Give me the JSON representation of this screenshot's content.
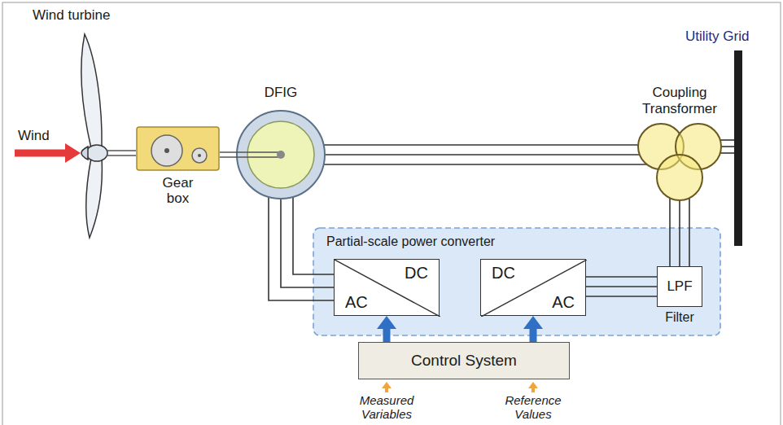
{
  "diagram": {
    "nodes": [
      {
        "text": [
          "Gear box"
        ]
      },
      {
        "text": [
          "DFIG"
        ]
      },
      {
        "text": [
          "Coupling Transformer"
        ]
      },
      {
        "text": [
          "Partial-scale power converter"
        ]
      },
      {
        "text": [
          "DC",
          "AC"
        ],
        "in": 3
      },
      {
        "text": [
          "DC",
          "AC"
        ],
        "in": 3
      },
      {
        "text": [
          "LPF",
          "Filter"
        ],
        "in": 3
      },
      {
        "text": [
          "Control System"
        ]
      }
    ],
    "edges": [
      {
        "from": 1,
        "to": 2,
        "arrow": "none"
      },
      {
        "from": 1,
        "to": 4,
        "arrow": "none"
      },
      {
        "from": 5,
        "to": 6,
        "arrow": "none"
      },
      {
        "from": 6,
        "to": 2,
        "arrow": "none"
      },
      {
        "from": 7,
        "to": 4,
        "arrow": "to"
      },
      {
        "from": 7,
        "to": 5,
        "arrow": "to"
      }
    ],
    "labels": [
      "Wind turbine",
      "Wind",
      "Utility Grid",
      "Measured Variables",
      "Reference Values"
    ]
  }
}
